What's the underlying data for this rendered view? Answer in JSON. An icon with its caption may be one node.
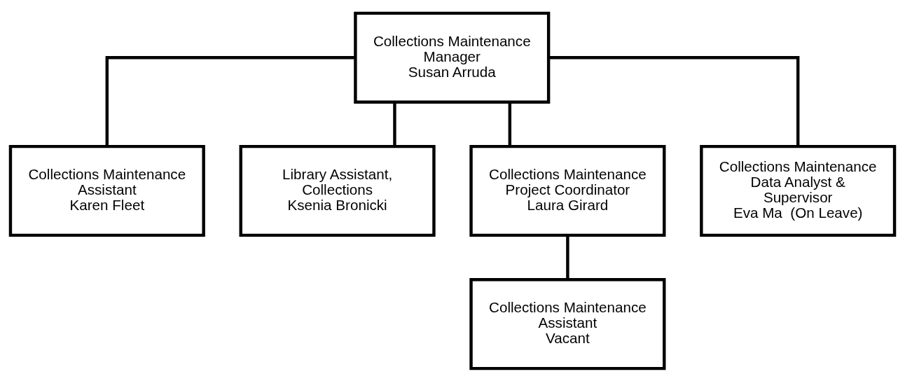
{
  "diagram": {
    "nodes": [
      {
        "text": [
          "Collections Maintenance Manager",
          "Susan Arruda"
        ]
      },
      {
        "text": [
          "Collections Maintenance Assistant",
          "Karen Fleet"
        ]
      },
      {
        "text": [
          "Library Assistant, Collections",
          "Ksenia Bronicki"
        ]
      },
      {
        "text": [
          "Collections Maintenance Project Coordinator",
          "Laura Girard"
        ]
      },
      {
        "text": [
          "Collections Maintenance Data Analyst & Supervisor",
          "Eva Ma  (On Leave)"
        ]
      },
      {
        "text": [
          "Collections Maintenance Assistant",
          "Vacant"
        ]
      }
    ],
    "edges": [
      {
        "from": 0,
        "to": 1,
        "arrow": "none"
      },
      {
        "from": 0,
        "to": 2,
        "arrow": "none"
      },
      {
        "from": 0,
        "to": 3,
        "arrow": "none"
      },
      {
        "from": 0,
        "to": 4,
        "arrow": "none"
      },
      {
        "from": 3,
        "to": 5,
        "arrow": "none"
      }
    ]
  }
}
